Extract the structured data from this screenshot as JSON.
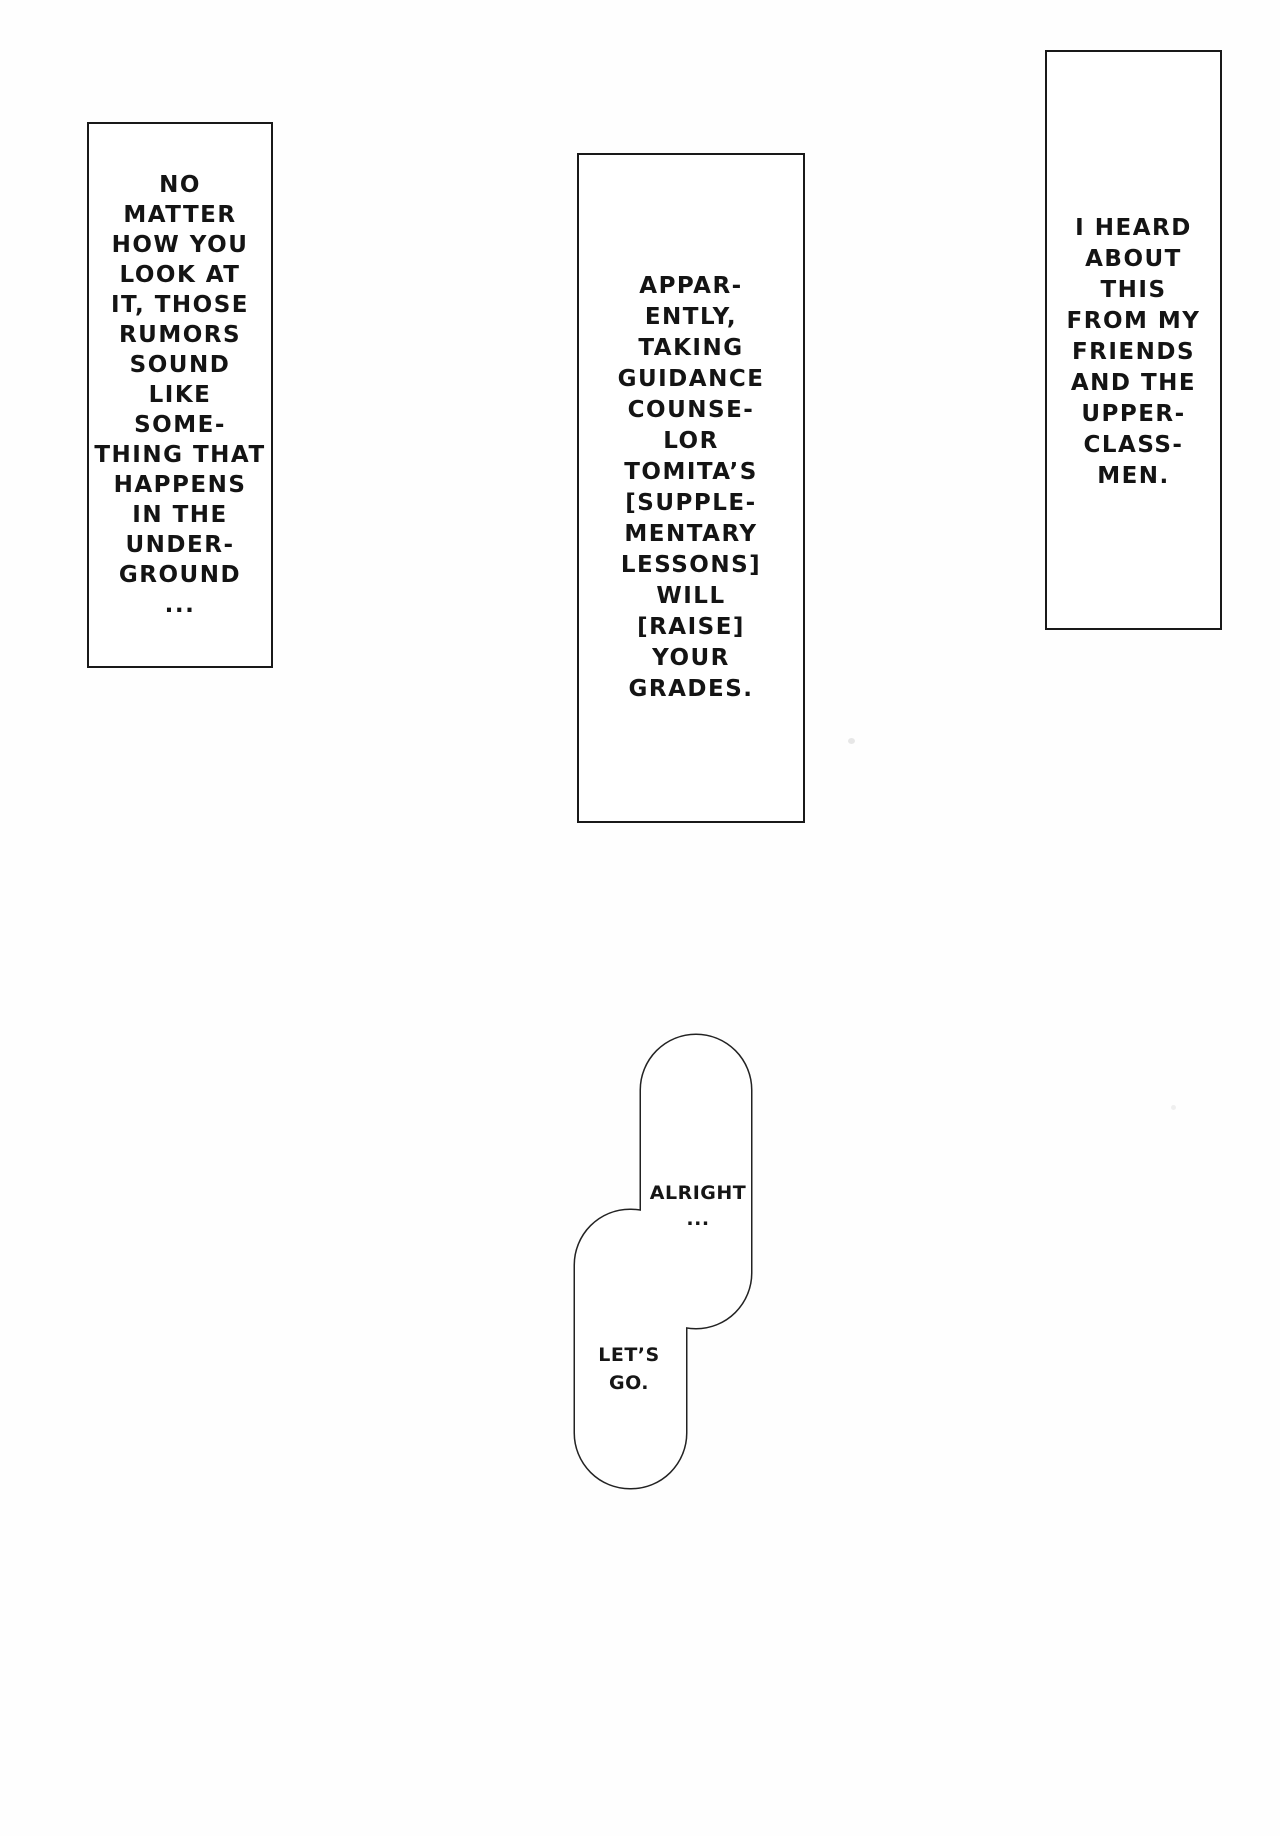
{
  "panels": {
    "left": {
      "lines": [
        "NO",
        "MATTER",
        "HOW YOU",
        "LOOK AT",
        "IT, THOSE",
        "RUMORS",
        "SOUND",
        "LIKE",
        "SOME-",
        "THING THAT",
        "HAPPENS",
        "IN THE",
        "UNDER-",
        "GROUND",
        "..."
      ]
    },
    "center": {
      "lines": [
        "APPAR-",
        "ENTLY,",
        "TAKING",
        "GUIDANCE",
        "COUNSE-",
        "LOR",
        "TOMITA’S",
        "[SUPPLE-",
        "MENTARY",
        "LESSONS]",
        "WILL",
        "[RAISE]",
        "YOUR",
        "GRADES."
      ]
    },
    "right": {
      "lines": [
        "I HEARD",
        "ABOUT",
        "THIS",
        "FROM MY",
        "FRIENDS",
        "AND THE",
        "UPPER-",
        "CLASS-",
        "MEN."
      ]
    }
  },
  "bubble": {
    "top_lines": [
      "ALRIGHT",
      "..."
    ],
    "bottom_lines": [
      "LET’S",
      "GO."
    ]
  },
  "colors": {
    "ink": "#191919",
    "paper": "#ffffff",
    "bubble_stroke": "#222222"
  }
}
